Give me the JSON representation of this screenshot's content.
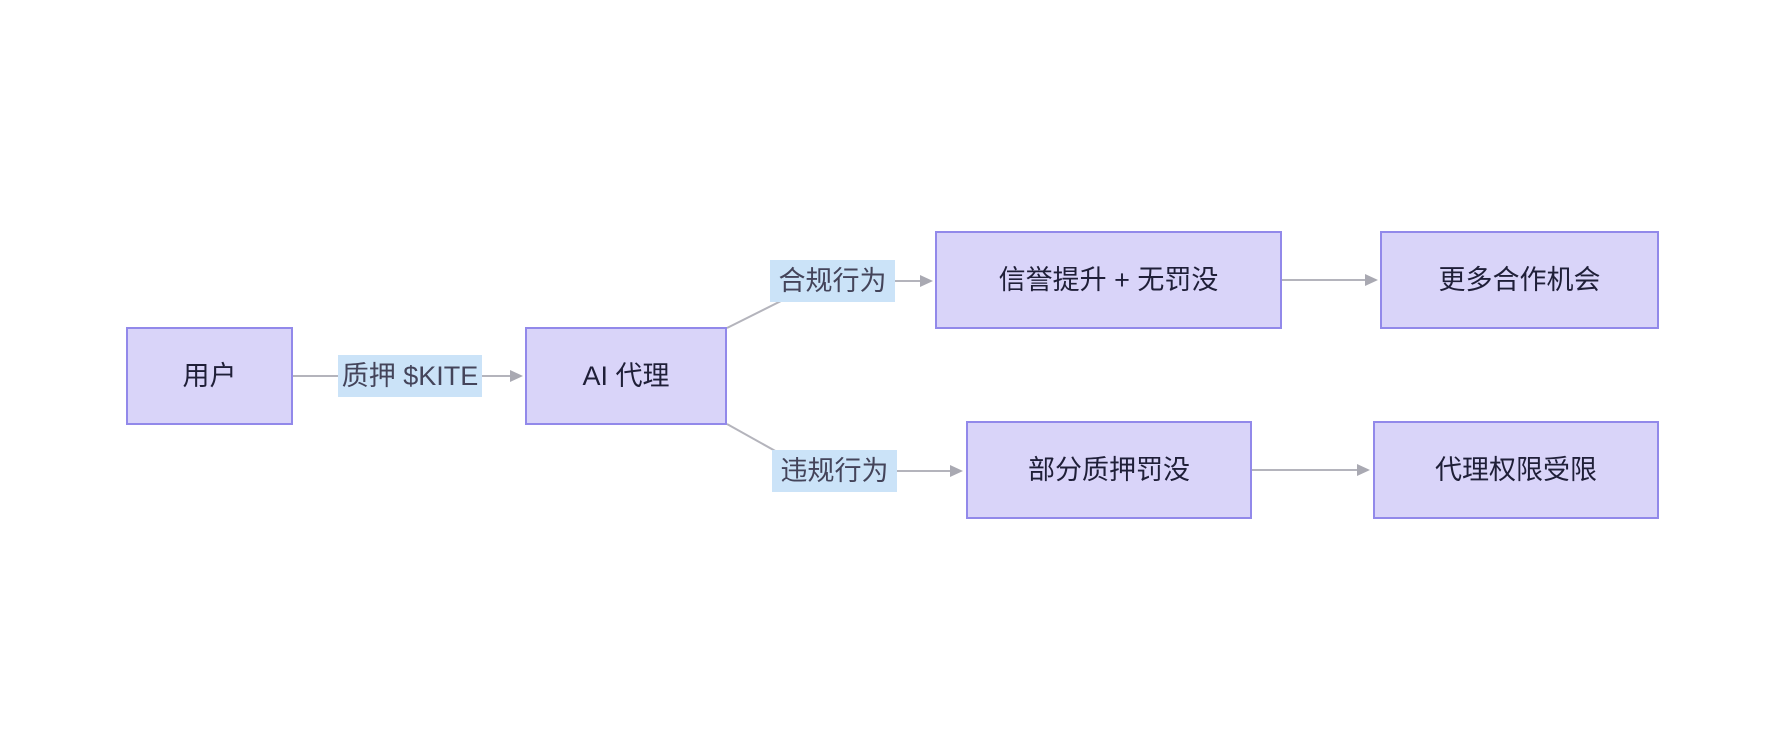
{
  "diagram": {
    "type": "flowchart",
    "direction": "left-to-right",
    "colors": {
      "canvas_bg": "#ffffff",
      "node_fill": "#d9d4f9",
      "node_border": "#9289ea",
      "node_text": "#1f1f38",
      "label_bg": "#cbe3f8",
      "label_text": "#44445a",
      "edge_line": "#b4b4bc",
      "edge_arrow": "#a9a9b2"
    },
    "nodes": [
      {
        "id": "user",
        "label": "用户"
      },
      {
        "id": "agent",
        "label": "AI 代理"
      },
      {
        "id": "reward",
        "label": "信誉提升 + 无罚没"
      },
      {
        "id": "opportunity",
        "label": "更多合作机会"
      },
      {
        "id": "slash",
        "label": "部分质押罚没"
      },
      {
        "id": "restricted",
        "label": "代理权限受限"
      }
    ],
    "edge_labels": [
      {
        "id": "stake",
        "label": "质押 $KITE"
      },
      {
        "id": "comply",
        "label": "合规行为"
      },
      {
        "id": "violate",
        "label": "违规行为"
      }
    ],
    "edges": [
      {
        "from": "用户",
        "to": "AI 代理",
        "label": "质押 $KITE"
      },
      {
        "from": "AI 代理",
        "to": "信誉提升 + 无罚没",
        "label": "合规行为"
      },
      {
        "from": "信誉提升 + 无罚没",
        "to": "更多合作机会",
        "label": ""
      },
      {
        "from": "AI 代理",
        "to": "部分质押罚没",
        "label": "违规行为"
      },
      {
        "from": "部分质押罚没",
        "to": "代理权限受限",
        "label": ""
      }
    ]
  }
}
